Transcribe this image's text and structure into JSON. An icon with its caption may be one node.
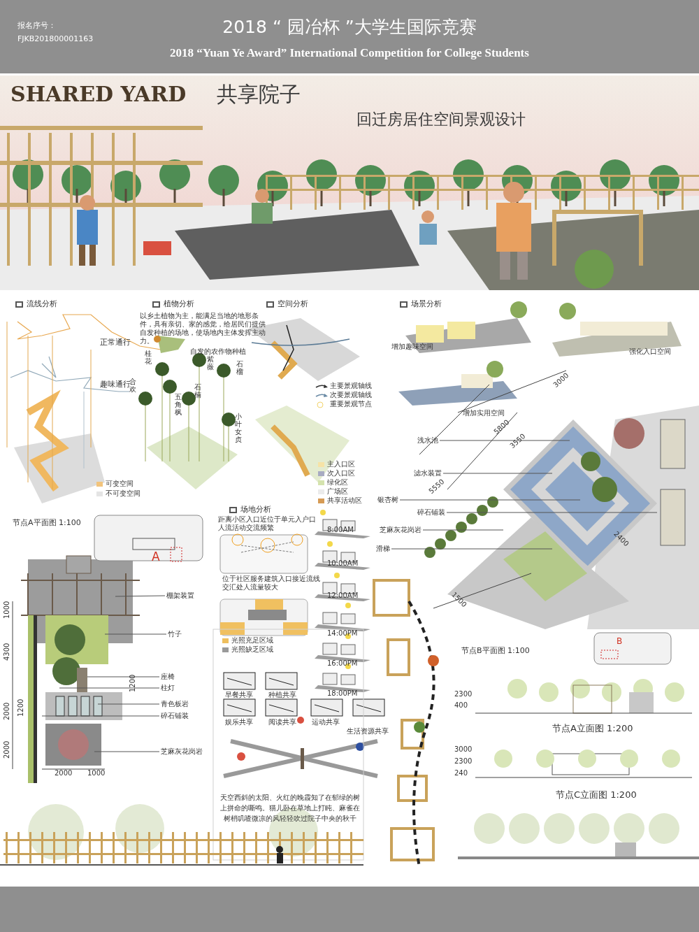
{
  "diagram": {
    "title": "2018 “ 园冶杯 ”大学生国际竞赛",
    "nodes": [
      {
        "text": [
          "棚架装置"
        ]
      },
      {
        "text": [
          "竹子"
        ]
      },
      {
        "text": [
          "座椅"
        ]
      },
      {
        "text": [
          "柱灯"
        ]
      },
      {
        "text": [
          "青色板岩"
        ]
      },
      {
        "text": [
          "碎石铺装"
        ]
      },
      {
        "text": [
          "芝麻灰花岗岩"
        ]
      },
      {
        "text": [
          "浅水池"
        ]
      },
      {
        "text": [
          "滤水装置"
        ]
      },
      {
        "text": [
          "银杏树"
        ]
      },
      {
        "text": [
          "碎石铺装"
        ]
      },
      {
        "text": [
          "芝麻灰花岗岩"
        ]
      },
      {
        "text": [
          "滑梯"
        ]
      }
    ],
    "edges": [
      {
        "from": 0,
        "to": null,
        "arrow": "none"
      },
      {
        "from": 1,
        "to": null,
        "arrow": "none"
      },
      {
        "from": 2,
        "to": null,
        "arrow": "none"
      },
      {
        "from": 3,
        "to": null,
        "arrow": "none"
      },
      {
        "from": 4,
        "to": null,
        "arrow": "none"
      },
      {
        "from": 5,
        "to": null,
        "arrow": "none"
      },
      {
        "from": 6,
        "to": null,
        "arrow": "none"
      },
      {
        "from": 7,
        "to": null,
        "arrow": "none"
      },
      {
        "from": 8,
        "to": null,
        "arrow": "none"
      },
      {
        "from": 9,
        "to": null,
        "arrow": "none"
      },
      {
        "from": 10,
        "to": null,
        "arrow": "none"
      },
      {
        "from": 11,
        "to": null,
        "arrow": "none"
      },
      {
        "from": 12,
        "to": null,
        "arrow": "none"
      }
    ],
    "labels": [
      "报名序号：",
      "FJKB201800001163",
      "2018 “Yuan Ye Award” International Competition for College Students",
      "SHARED YARD",
      "共享院子",
      "回迁房居住空间景观设计",
      "流线分析",
      "正常通行",
      "趣味通行",
      "植物分析",
      "以乡土植物为主，能满足当地的地形条件，具有亲切、家的感觉，给居民们提供自发种植的场地，使场地内主体发挥主动力。",
      "自发的农作物种植",
      "桂花",
      "合欢",
      "五角枫",
      "紫薇",
      "石楠",
      "石榴",
      "小叶女贞",
      "空间分析",
      "场景分析",
      "增加趣味空间",
      "强化入口空间",
      "增加实用空间",
      "3000",
      "5800",
      "3550",
      "5550",
      "2400",
      "1500",
      "节点A平面图 1:100",
      "A",
      "场地分析",
      "距离小区入口近位于单元入户口人流活动交流频繁",
      "8:00AM",
      "10:00AM",
      "位于社区服务建筑入口接近流线交汇处人流量较大",
      "12:00AM",
      "14:00PM",
      "16:00PM",
      "18:00PM",
      "早餐共享",
      "种植共享",
      "娱乐共享",
      "阅读共享",
      "运动共享",
      "生活资源共享",
      "天空西斜的太阳、火红的晚霞知了在郁绿的树上拼命的嘶鸣。猫儿卧在草地上打盹、麻雀在树梢叽喳微凉的风轻轻吹过院子中央的秋千",
      "1000",
      "4300",
      "1200",
      "2000",
      "1200",
      "2000",
      "2000",
      "1000",
      "节点B平面图 1:100",
      "B",
      "2300",
      "400",
      "节点A立面图 1:200",
      "3000",
      "2300",
      "240",
      "节点C立面图 1:200"
    ],
    "legend": [
      {
        "text": "可变空间",
        "color": "#f2c47c"
      },
      {
        "text": "不可变空间",
        "color": "#e4e4e4"
      },
      {
        "text": "主要景观轴线"
      },
      {
        "text": "次要景观轴线"
      },
      {
        "text": "重要景观节点"
      },
      {
        "text": "主入口区",
        "color": "#f6e3a6"
      },
      {
        "text": "次入口区",
        "color": "#a8abc2"
      },
      {
        "text": "绿化区",
        "color": "#d5e3ae"
      },
      {
        "text": "广场区",
        "color": "#ebebeb"
      },
      {
        "text": "共享活动区",
        "color": "#d69b55"
      },
      {
        "text": "光照充足区域",
        "color": "#efbf5e"
      },
      {
        "text": "光照缺乏区域",
        "color": "#9a9a9a"
      }
    ]
  }
}
